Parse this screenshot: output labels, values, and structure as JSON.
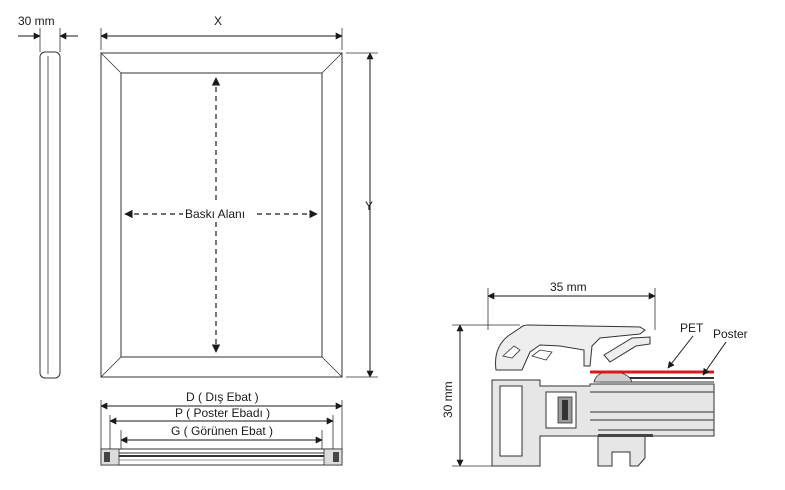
{
  "labels": {
    "depth": "30 mm",
    "width": "X",
    "height": "Y",
    "print_area": "Baskı Alanı",
    "outer_size": "D ( Dış Ebat )",
    "poster_size": "P ( Poster Ebadı )",
    "visible_size": "G ( Görünen Ebat )",
    "profile_width": "35 mm",
    "profile_height": "30 mm",
    "pet": "PET",
    "poster": "Poster"
  },
  "colors": {
    "line": "#1a1a1a",
    "pet_red": "#d7191c",
    "profile_fill": "#e6e6e6",
    "mid_grey": "#9a9a9a"
  }
}
